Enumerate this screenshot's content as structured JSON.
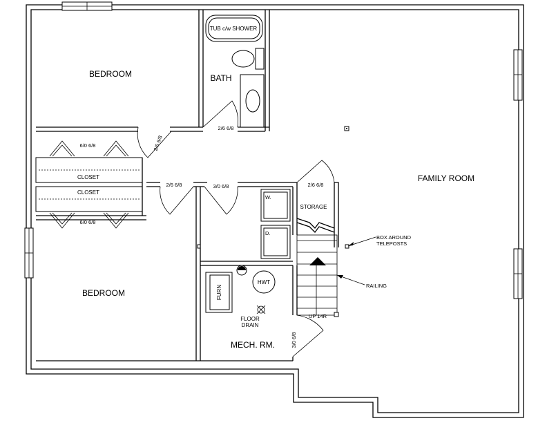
{
  "rooms": {
    "bedroom_top": "BEDROOM",
    "bedroom_bottom": "BEDROOM",
    "bath": "BATH",
    "family_room": "FAMILY ROOM",
    "storage": "STORAGE",
    "mech_room": "MECH. RM.",
    "closet_top": "CLOSET",
    "closet_bottom": "CLOSET"
  },
  "fixtures": {
    "tub": "TUB c/w SHOWER",
    "washer": "W.",
    "dryer": "D.",
    "furnace": "FURN",
    "hot_water_tank": "HWT",
    "floor_drain_line1": "FLOOR",
    "floor_drain_line2": "DRAIN"
  },
  "doors": {
    "bath": "2/6 6/8",
    "bedroom_top": "2/6 6/8",
    "bedroom_bottom": "2/6 6/8",
    "laundry": "3/0 6/8",
    "storage": "2/6 6/8",
    "mech": "3/0 6/8",
    "closet_top": "6/0 6/8",
    "closet_bottom": "6/0 6/8"
  },
  "stairs": {
    "label": "UP 14R"
  },
  "annotations": {
    "box_line1": "BOX AROUND",
    "box_line2": "TELEPOSTS",
    "railing": "RAILING"
  }
}
